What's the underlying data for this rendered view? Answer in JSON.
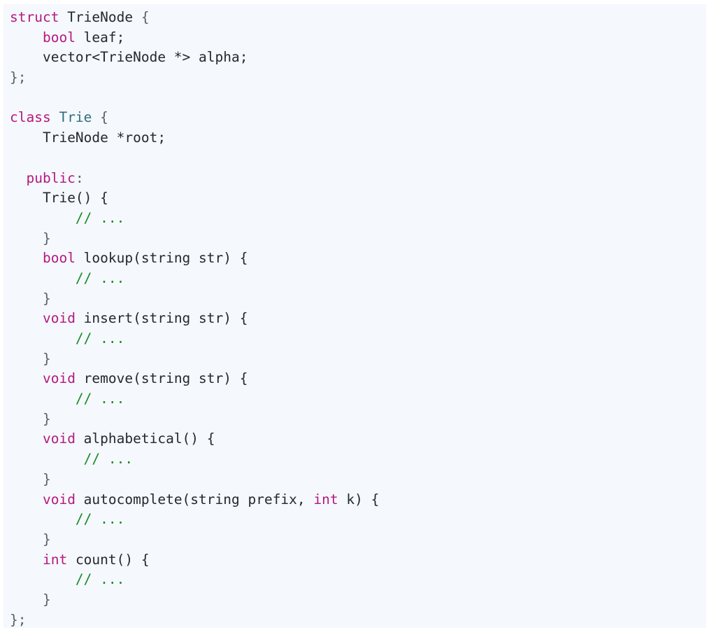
{
  "code_lines": [
    [
      {
        "t": "struct",
        "c": "kw"
      },
      {
        "t": " TrieNode ",
        "c": "ty"
      },
      {
        "t": "{",
        "c": "pn"
      }
    ],
    [
      {
        "t": "    "
      },
      {
        "t": "bool",
        "c": "kw"
      },
      {
        "t": " leaf;",
        "c": "ty"
      }
    ],
    [
      {
        "t": "    "
      },
      {
        "t": "vector<TrieNode *> alpha;",
        "c": "ty"
      }
    ],
    [
      {
        "t": "};",
        "c": "pn"
      }
    ],
    [],
    [
      {
        "t": "class",
        "c": "kw"
      },
      {
        "t": " "
      },
      {
        "t": "Trie",
        "c": "cls"
      },
      {
        "t": " {",
        "c": "pn"
      }
    ],
    [
      {
        "t": "    "
      },
      {
        "t": "TrieNode *root;",
        "c": "ty"
      }
    ],
    [],
    [
      {
        "t": "  "
      },
      {
        "t": "public",
        "c": "kw"
      },
      {
        "t": ":",
        "c": "pn"
      }
    ],
    [
      {
        "t": "    "
      },
      {
        "t": "Trie() {",
        "c": "ty"
      }
    ],
    [
      {
        "t": "        "
      },
      {
        "t": "// ...",
        "c": "cm"
      }
    ],
    [
      {
        "t": "    "
      },
      {
        "t": "}",
        "c": "pn"
      }
    ],
    [
      {
        "t": "    "
      },
      {
        "t": "bool",
        "c": "kw"
      },
      {
        "t": " lookup(string str) {",
        "c": "ty"
      }
    ],
    [
      {
        "t": "        "
      },
      {
        "t": "// ...",
        "c": "cm"
      }
    ],
    [
      {
        "t": "    "
      },
      {
        "t": "}",
        "c": "pn"
      }
    ],
    [
      {
        "t": "    "
      },
      {
        "t": "void",
        "c": "kw"
      },
      {
        "t": " insert(string str) {",
        "c": "ty"
      }
    ],
    [
      {
        "t": "        "
      },
      {
        "t": "// ...",
        "c": "cm"
      }
    ],
    [
      {
        "t": "    "
      },
      {
        "t": "}",
        "c": "pn"
      }
    ],
    [
      {
        "t": "    "
      },
      {
        "t": "void",
        "c": "kw"
      },
      {
        "t": " remove(string str) {",
        "c": "ty"
      }
    ],
    [
      {
        "t": "        "
      },
      {
        "t": "// ...",
        "c": "cm"
      }
    ],
    [
      {
        "t": "    "
      },
      {
        "t": "}",
        "c": "pn"
      }
    ],
    [
      {
        "t": "    "
      },
      {
        "t": "void",
        "c": "kw"
      },
      {
        "t": " alphabetical() {",
        "c": "ty"
      }
    ],
    [
      {
        "t": "         "
      },
      {
        "t": "// ...",
        "c": "cm"
      }
    ],
    [
      {
        "t": "    "
      },
      {
        "t": "}",
        "c": "pn"
      }
    ],
    [
      {
        "t": "    "
      },
      {
        "t": "void",
        "c": "kw"
      },
      {
        "t": " autocomplete(string prefix, ",
        "c": "ty"
      },
      {
        "t": "int",
        "c": "kw"
      },
      {
        "t": " k) {",
        "c": "ty"
      }
    ],
    [
      {
        "t": "        "
      },
      {
        "t": "// ...",
        "c": "cm"
      }
    ],
    [
      {
        "t": "    "
      },
      {
        "t": "}",
        "c": "pn"
      }
    ],
    [
      {
        "t": "    "
      },
      {
        "t": "int",
        "c": "kw"
      },
      {
        "t": " count() {",
        "c": "ty"
      }
    ],
    [
      {
        "t": "        "
      },
      {
        "t": "// ...",
        "c": "cm"
      }
    ],
    [
      {
        "t": "    "
      },
      {
        "t": "}",
        "c": "pn"
      }
    ],
    [
      {
        "t": "};",
        "c": "pn"
      }
    ]
  ],
  "colors": {
    "background": "#f5f8fc",
    "keyword": "#b5197f",
    "class_name": "#2d6f7e",
    "comment": "#178a21",
    "text": "#24292e"
  }
}
